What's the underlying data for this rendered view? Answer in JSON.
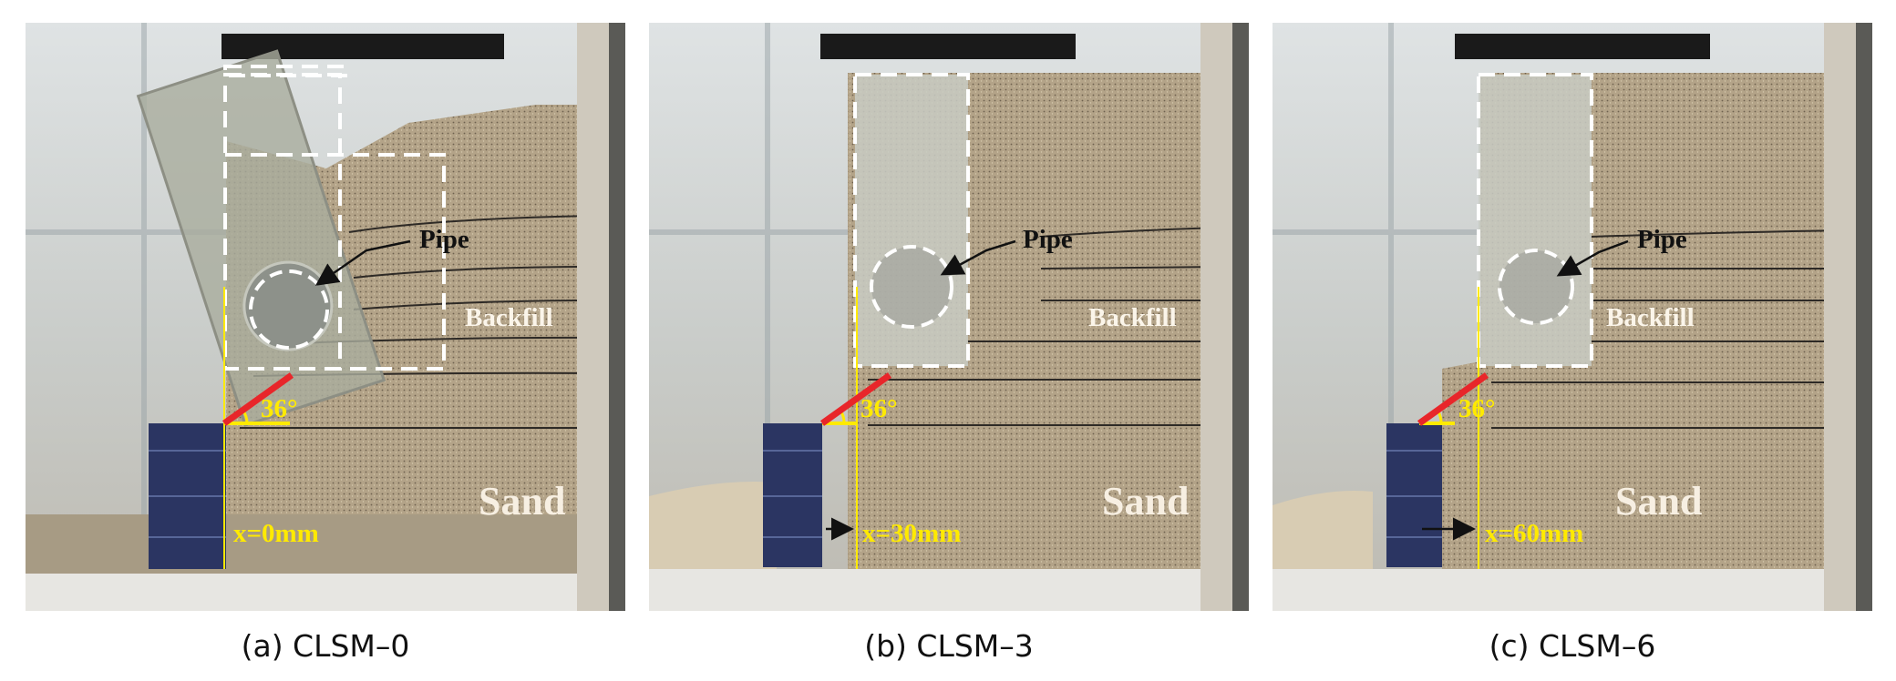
{
  "panels": [
    {
      "caption": "(a)  CLSM–0",
      "pipe": "Pipe",
      "backfill": "Backfill",
      "sand": "Sand",
      "angle": "36°",
      "offset": "x=0mm"
    },
    {
      "caption": "(b)  CLSM–3",
      "pipe": "Pipe",
      "backfill": "Backfill",
      "sand": "Sand",
      "angle": "36°",
      "offset": "x=30mm"
    },
    {
      "caption": "(c)  CLSM–6",
      "pipe": "Pipe",
      "backfill": "Backfill",
      "sand": "Sand",
      "angle": "36°",
      "offset": "x=60mm"
    }
  ],
  "colors": {
    "sand": "#b5a58a",
    "frame": "#cfc9bd",
    "block": "#2b3562",
    "failure_line": "#e8262a",
    "annotation": "#ffea00",
    "dashed_outline": "#ffffff",
    "top_plate": "#1a1a1a"
  }
}
